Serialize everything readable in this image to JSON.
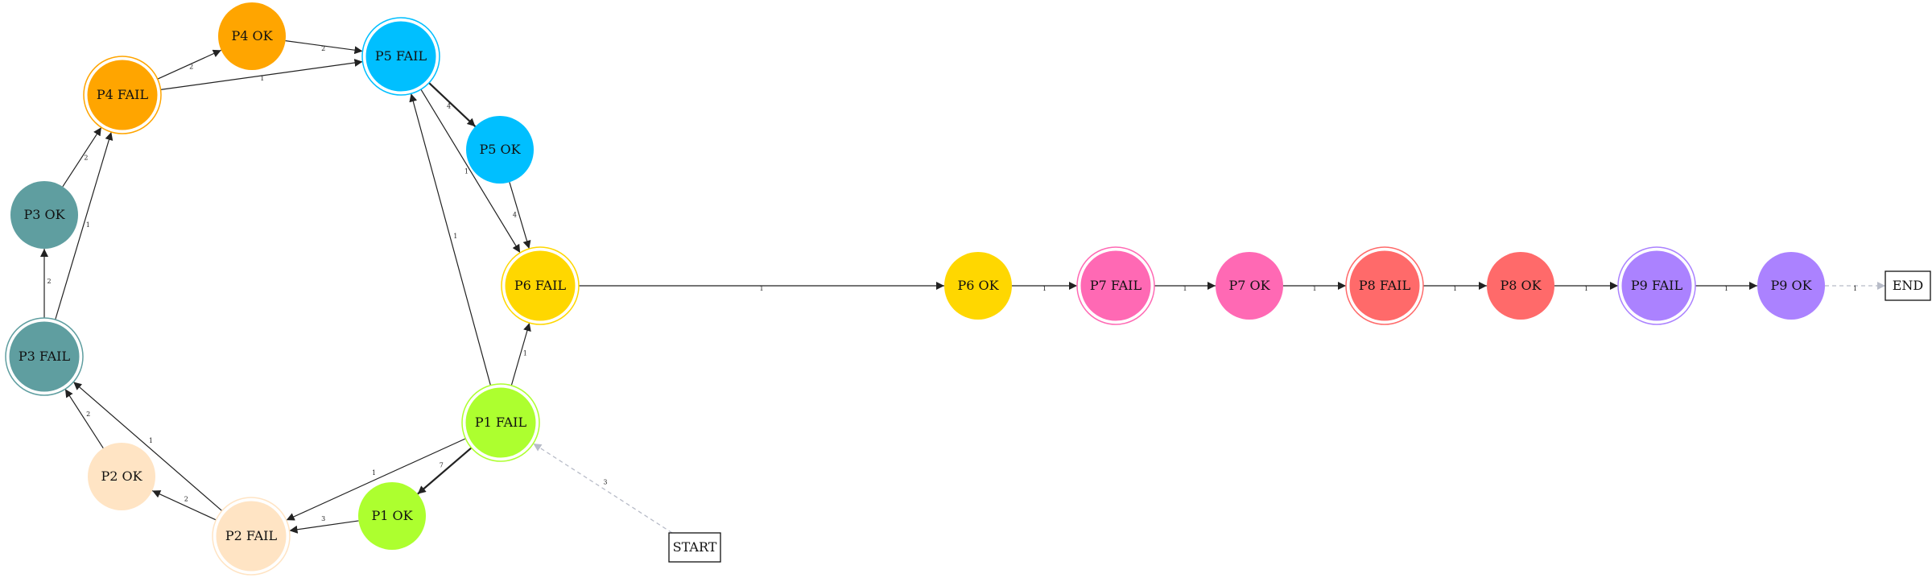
{
  "nodes": [
    {
      "id": "P1_FAIL",
      "label": "P1 FAIL",
      "shape": "double-circle",
      "color": "#adff2f"
    },
    {
      "id": "P1_OK",
      "label": "P1 OK",
      "shape": "circle",
      "color": "#adff2f"
    },
    {
      "id": "P2_FAIL",
      "label": "P2 FAIL",
      "shape": "double-circle",
      "color": "#ffe4c4"
    },
    {
      "id": "P2_OK",
      "label": "P2 OK",
      "shape": "circle",
      "color": "#ffe4c4"
    },
    {
      "id": "P3_FAIL",
      "label": "P3 FAIL",
      "shape": "double-circle",
      "color": "#5f9ea0"
    },
    {
      "id": "P3_OK",
      "label": "P3 OK",
      "shape": "circle",
      "color": "#5f9ea0"
    },
    {
      "id": "P4_FAIL",
      "label": "P4 FAIL",
      "shape": "double-circle",
      "color": "#ffa500"
    },
    {
      "id": "P4_OK",
      "label": "P4 OK",
      "shape": "circle",
      "color": "#ffa500"
    },
    {
      "id": "P5_FAIL",
      "label": "P5 FAIL",
      "shape": "double-circle",
      "color": "#00bfff"
    },
    {
      "id": "P5_OK",
      "label": "P5 OK",
      "shape": "circle",
      "color": "#00bfff"
    },
    {
      "id": "P6_FAIL",
      "label": "P6 FAIL",
      "shape": "double-circle",
      "color": "#ffd700"
    },
    {
      "id": "P6_OK",
      "label": "P6 OK",
      "shape": "circle",
      "color": "#ffd700"
    },
    {
      "id": "P7_FAIL",
      "label": "P7 FAIL",
      "shape": "double-circle",
      "color": "#ff69b4"
    },
    {
      "id": "P7_OK",
      "label": "P7 OK",
      "shape": "circle",
      "color": "#ff69b4"
    },
    {
      "id": "P8_FAIL",
      "label": "P8 FAIL",
      "shape": "double-circle",
      "color": "#ff6a6a"
    },
    {
      "id": "P8_OK",
      "label": "P8 OK",
      "shape": "circle",
      "color": "#ff6a6a"
    },
    {
      "id": "P9_FAIL",
      "label": "P9 FAIL",
      "shape": "double-circle",
      "color": "#ab82ff"
    },
    {
      "id": "P9_OK",
      "label": "P9 OK",
      "shape": "circle",
      "color": "#ab82ff"
    },
    {
      "id": "START",
      "label": "START",
      "shape": "box",
      "color": "#ffffff"
    },
    {
      "id": "END",
      "label": "END",
      "shape": "box",
      "color": "#ffffff"
    }
  ],
  "edges": [
    {
      "from": "START",
      "to": "P1_FAIL",
      "label": "3",
      "style": "dashed"
    },
    {
      "from": "P1_FAIL",
      "to": "P1_OK",
      "label": "7",
      "style": "bold"
    },
    {
      "from": "P1_FAIL",
      "to": "P2_FAIL",
      "label": "1",
      "style": "solid"
    },
    {
      "from": "P1_FAIL",
      "to": "P5_FAIL",
      "label": "1",
      "style": "solid"
    },
    {
      "from": "P1_FAIL",
      "to": "P6_FAIL",
      "label": "1",
      "style": "solid"
    },
    {
      "from": "P1_OK",
      "to": "P2_FAIL",
      "label": "3",
      "style": "solid"
    },
    {
      "from": "P2_FAIL",
      "to": "P2_OK",
      "label": "2",
      "style": "solid"
    },
    {
      "from": "P2_FAIL",
      "to": "P3_FAIL",
      "label": "1",
      "style": "solid"
    },
    {
      "from": "P2_OK",
      "to": "P3_FAIL",
      "label": "2",
      "style": "solid"
    },
    {
      "from": "P3_FAIL",
      "to": "P3_OK",
      "label": "2",
      "style": "solid"
    },
    {
      "from": "P3_FAIL",
      "to": "P4_FAIL",
      "label": "1",
      "style": "solid"
    },
    {
      "from": "P3_OK",
      "to": "P4_FAIL",
      "label": "2",
      "style": "solid"
    },
    {
      "from": "P4_FAIL",
      "to": "P4_OK",
      "label": "2",
      "style": "solid"
    },
    {
      "from": "P4_FAIL",
      "to": "P5_FAIL",
      "label": "1",
      "style": "solid"
    },
    {
      "from": "P4_OK",
      "to": "P5_FAIL",
      "label": "2",
      "style": "solid"
    },
    {
      "from": "P5_FAIL",
      "to": "P5_OK",
      "label": "4",
      "style": "bold"
    },
    {
      "from": "P5_FAIL",
      "to": "P6_FAIL",
      "label": "1",
      "style": "solid"
    },
    {
      "from": "P5_OK",
      "to": "P6_FAIL",
      "label": "4",
      "style": "solid"
    },
    {
      "from": "P6_FAIL",
      "to": "P6_OK",
      "label": "1",
      "style": "solid"
    },
    {
      "from": "P6_OK",
      "to": "P7_FAIL",
      "label": "1",
      "style": "solid"
    },
    {
      "from": "P7_FAIL",
      "to": "P7_OK",
      "label": "1",
      "style": "solid"
    },
    {
      "from": "P7_OK",
      "to": "P8_FAIL",
      "label": "1",
      "style": "solid"
    },
    {
      "from": "P8_FAIL",
      "to": "P8_OK",
      "label": "1",
      "style": "solid"
    },
    {
      "from": "P8_OK",
      "to": "P9_FAIL",
      "label": "1",
      "style": "solid"
    },
    {
      "from": "P9_FAIL",
      "to": "P9_OK",
      "label": "1",
      "style": "solid"
    },
    {
      "from": "P9_OK",
      "to": "END",
      "label": "1",
      "style": "dashed"
    }
  ]
}
